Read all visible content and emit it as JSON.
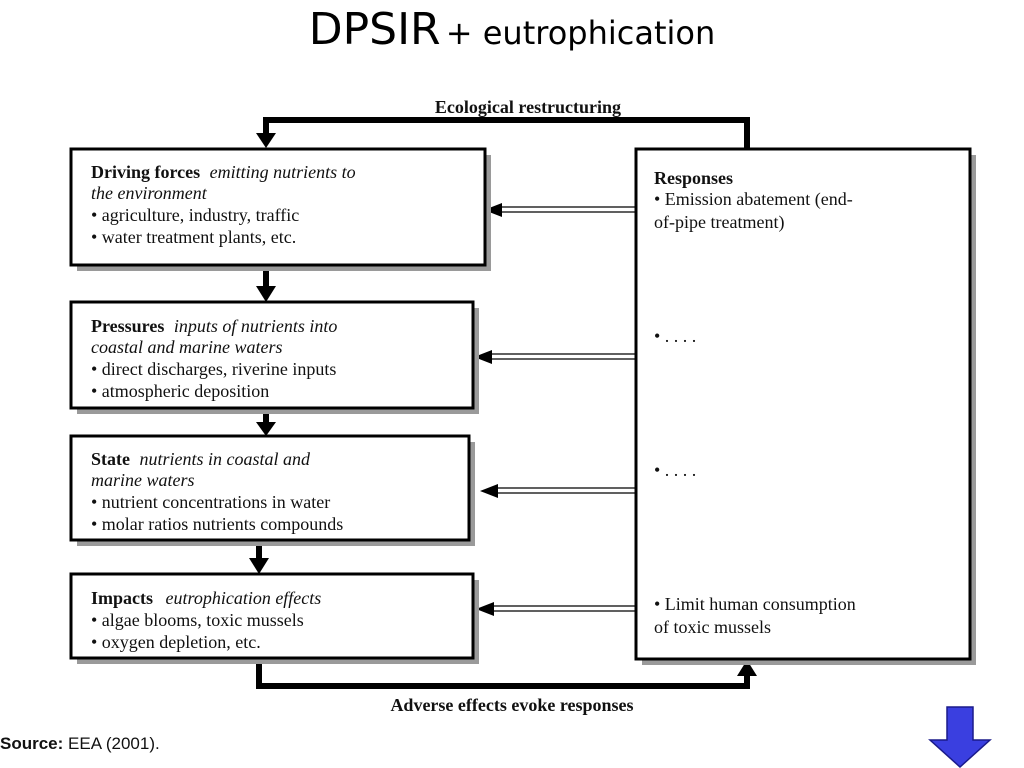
{
  "title": {
    "main": "DPSIR",
    "sub": "+ eutrophication"
  },
  "diagram": {
    "top_arrow_label": "Ecological restructuring",
    "bottom_arrow_label": "Adverse effects evoke responses",
    "boxes": [
      {
        "id": "driving-forces",
        "heading": "Driving forces",
        "italic_line1": "emitting nutrients to",
        "italic_line2": "the environment",
        "bullet1": "• agriculture, industry, traffic",
        "bullet2": "• water treatment plants, etc."
      },
      {
        "id": "pressures",
        "heading": "Pressures",
        "italic_line1": "inputs of nutrients into",
        "italic_line2": "coastal and marine waters",
        "bullet1": "• direct discharges, riverine inputs",
        "bullet2": "• atmospheric deposition"
      },
      {
        "id": "state",
        "heading": "State",
        "italic_line1": "nutrients in coastal and",
        "italic_line2": "marine waters",
        "bullet1": "• nutrient concentrations in water",
        "bullet2": "• molar ratios nutrients compounds"
      },
      {
        "id": "impacts",
        "heading": "Impacts",
        "italic_line1": "eutrophication effects",
        "bullet1": "• algae blooms, toxic mussels",
        "bullet2": "• oxygen depletion, etc."
      }
    ],
    "responses": {
      "heading": "Responses",
      "item1_line1": "• Emission abatement (end-",
      "item1_line2": "of-pipe treatment)",
      "item2": "• . . . .",
      "item3": "• . . . .",
      "item4_line1": "• Limit human consumption",
      "item4_line2": "of  toxic mussels"
    }
  },
  "source": {
    "label": "Source:",
    "text": "EEA (2001)."
  },
  "nav": {
    "icon": "down-arrow-icon",
    "color": "#3a3fe0"
  }
}
